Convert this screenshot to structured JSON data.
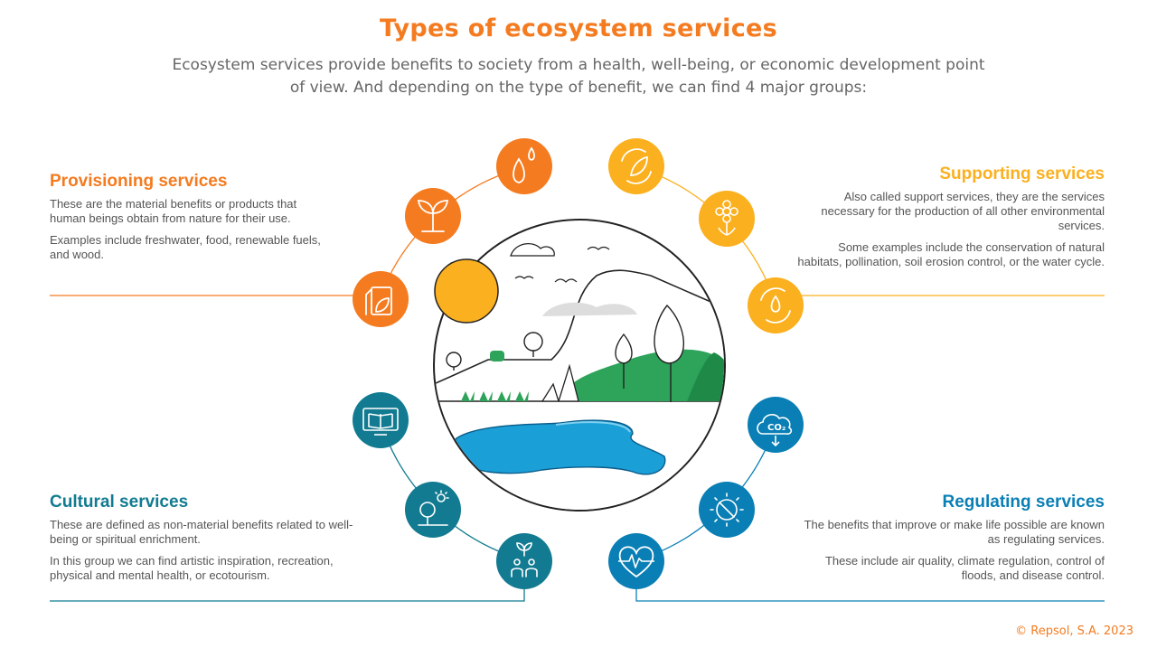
{
  "header": {
    "title": "Types of ecosystem services",
    "subtitle": "Ecosystem services provide benefits to society from a health, well-being, or economic development point of view. And depending on the type of benefit, we can find 4 major groups:"
  },
  "groups": {
    "provisioning": {
      "title": "Provisioning services",
      "p1": "These are the material benefits or products that human beings obtain from nature for their use.",
      "p2": "Examples include freshwater, food, renewable fuels, and wood.",
      "color": "#f47b20",
      "icons": [
        "fuel-pump-leaf-icon",
        "sprout-icon",
        "water-drops-icon"
      ]
    },
    "supporting": {
      "title": "Supporting services",
      "p1": "Also called support services, they are the services necessary for the production of all other environmental services.",
      "p2": "Some examples include the conservation of natural habitats, pollination, soil erosion control, or the water cycle.",
      "color": "#fbb01f",
      "icons": [
        "leaf-cycle-icon",
        "flower-icon",
        "water-cycle-icon"
      ]
    },
    "cultural": {
      "title": "Cultural services",
      "p1": "These are defined as non-material benefits related to well-being or spiritual enrichment.",
      "p2": "In this group we can find artistic inspiration, recreation, physical and mental health, or ecotourism.",
      "color": "#127b91",
      "icons": [
        "open-book-screen-icon",
        "tree-sun-icon",
        "people-plant-icon"
      ]
    },
    "regulating": {
      "title": "Regulating services",
      "p1": "The benefits that improve or make life possible are known as regulating services.",
      "p2": "These include air quality, climate regulation, control of floods, and disease control.",
      "color": "#0a7fb5",
      "icons": [
        "co2-cloud-icon",
        "sun-no-icon",
        "heart-pulse-icon"
      ]
    }
  },
  "footer": {
    "copyright": "© Repsol, S.A. 2023"
  }
}
